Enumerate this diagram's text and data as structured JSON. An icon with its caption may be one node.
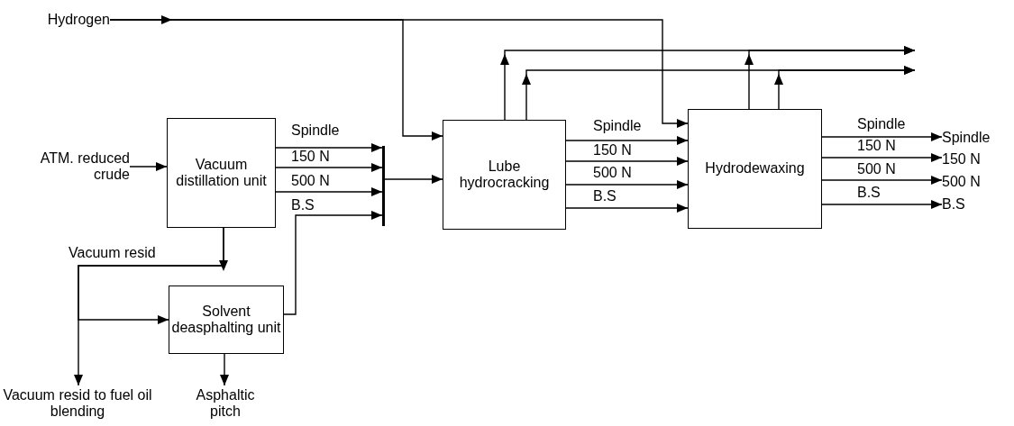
{
  "diagram": {
    "nodes": [
      {
        "text": [
          "Hydrogen"
        ]
      },
      {
        "text": [
          "ATM. reduced crude"
        ]
      },
      {
        "text": [
          "Vacuum distillation unit"
        ]
      },
      {
        "text": [
          "Solvent deasphalting unit"
        ]
      },
      {
        "text": [
          "Lube hydrocracking"
        ]
      },
      {
        "text": [
          "Hydrodewaxing"
        ]
      },
      {
        "text": [
          "Vacuum resid to fuel oil blending"
        ]
      },
      {
        "text": [
          "Asphaltic pitch"
        ]
      },
      {
        "text": [
          "Spindle"
        ]
      },
      {
        "text": [
          "150 N"
        ]
      },
      {
        "text": [
          "500 N"
        ]
      },
      {
        "text": [
          "B.S"
        ]
      },
      {
        "text": [],
        "shape": "bar"
      }
    ],
    "edges": [
      {
        "from": 0,
        "to": 4,
        "arrow": "to"
      },
      {
        "from": 0,
        "to": 5,
        "arrow": "to"
      },
      {
        "from": 1,
        "to": 2,
        "arrow": "to"
      },
      {
        "from": 2,
        "to": 12,
        "arrow": "to",
        "label": "Spindle"
      },
      {
        "from": 2,
        "to": 12,
        "arrow": "to",
        "label": "150 N"
      },
      {
        "from": 2,
        "to": 12,
        "arrow": "to",
        "label": "500 N"
      },
      {
        "from": 3,
        "to": 12,
        "arrow": "to",
        "label": "B.S"
      },
      {
        "from": 12,
        "to": 4,
        "arrow": "to"
      },
      {
        "from": 2,
        "to": 6,
        "arrow": "to",
        "label": "Vacuum resid"
      },
      {
        "from": 2,
        "to": 3,
        "arrow": "to"
      },
      {
        "from": 3,
        "to": 7,
        "arrow": "to"
      },
      {
        "from": 4,
        "to": 5,
        "arrow": "to",
        "label": "Spindle"
      },
      {
        "from": 4,
        "to": 5,
        "arrow": "to",
        "label": "150 N"
      },
      {
        "from": 4,
        "to": 5,
        "arrow": "to",
        "label": "500 N"
      },
      {
        "from": 4,
        "to": 5,
        "arrow": "to",
        "label": "B.S"
      },
      {
        "from": 4,
        "to": null,
        "arrow": "to"
      },
      {
        "from": 4,
        "to": null,
        "arrow": "to"
      },
      {
        "from": 5,
        "to": null,
        "arrow": "to"
      },
      {
        "from": 5,
        "to": null,
        "arrow": "to"
      },
      {
        "from": 5,
        "to": 8,
        "arrow": "to",
        "label": "Spindle"
      },
      {
        "from": 5,
        "to": 9,
        "arrow": "to",
        "label": "150 N"
      },
      {
        "from": 5,
        "to": 10,
        "arrow": "to",
        "label": "500 N"
      },
      {
        "from": 5,
        "to": 11,
        "arrow": "to",
        "label": "B.S"
      }
    ]
  }
}
